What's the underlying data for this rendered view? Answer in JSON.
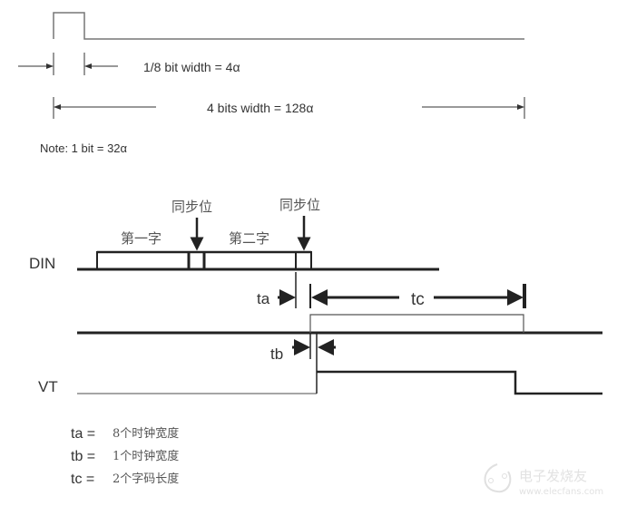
{
  "top_diagram": {
    "pulse_label": "1/8 bit width = 4α",
    "span_label": "4 bits width = 128α",
    "note": "Note: 1 bit = 32α"
  },
  "timing_diagram": {
    "signals": [
      {
        "name": "DIN"
      },
      {
        "name": "VT"
      }
    ],
    "sync_label_1": "同步位",
    "sync_label_2": "同步位",
    "word_1": "第一字",
    "word_2": "第二字",
    "ta": "ta",
    "tb": "tb",
    "tc": "tc"
  },
  "legend": [
    {
      "key": "ta =",
      "value": "8个时钟宽度"
    },
    {
      "key": "tb =",
      "value": "1个时钟宽度"
    },
    {
      "key": "tc =",
      "value": "2个字码长度"
    }
  ],
  "watermark": {
    "title": "电子发烧友",
    "url": "www.elecfans.com"
  },
  "colors": {
    "line": "#222222",
    "thin_line": "#777777",
    "text": "#333333"
  }
}
